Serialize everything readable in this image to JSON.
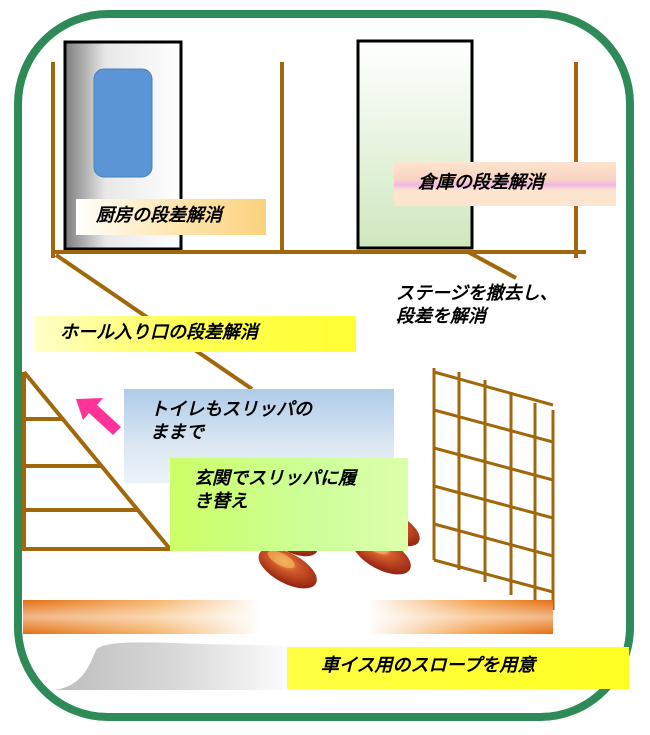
{
  "labels": {
    "kitchen": "厨房の段差解消",
    "storage": "倉庫の段差解消",
    "stage": [
      "ステージを撤去し、",
      "段差を解消"
    ],
    "hall_entrance": "ホール入り口の段差解消",
    "toilet": [
      "トイレもスリッパの",
      "ままで"
    ],
    "entrance": [
      "玄関でスリッパに履",
      "き替え"
    ],
    "ramp": "車イス用のスロープを用意"
  },
  "colors": {
    "frame_border": "#2e8b57",
    "floor_line": "#a0680a",
    "arrow": "#ff3399",
    "ramp_bar": "#e8861e",
    "slippers": "#b7381c",
    "kitchen_window": "#5b95d5",
    "storage_door": "#d6ecc8"
  },
  "icons": [
    "pink-arrow-icon",
    "slipper-icon"
  ]
}
